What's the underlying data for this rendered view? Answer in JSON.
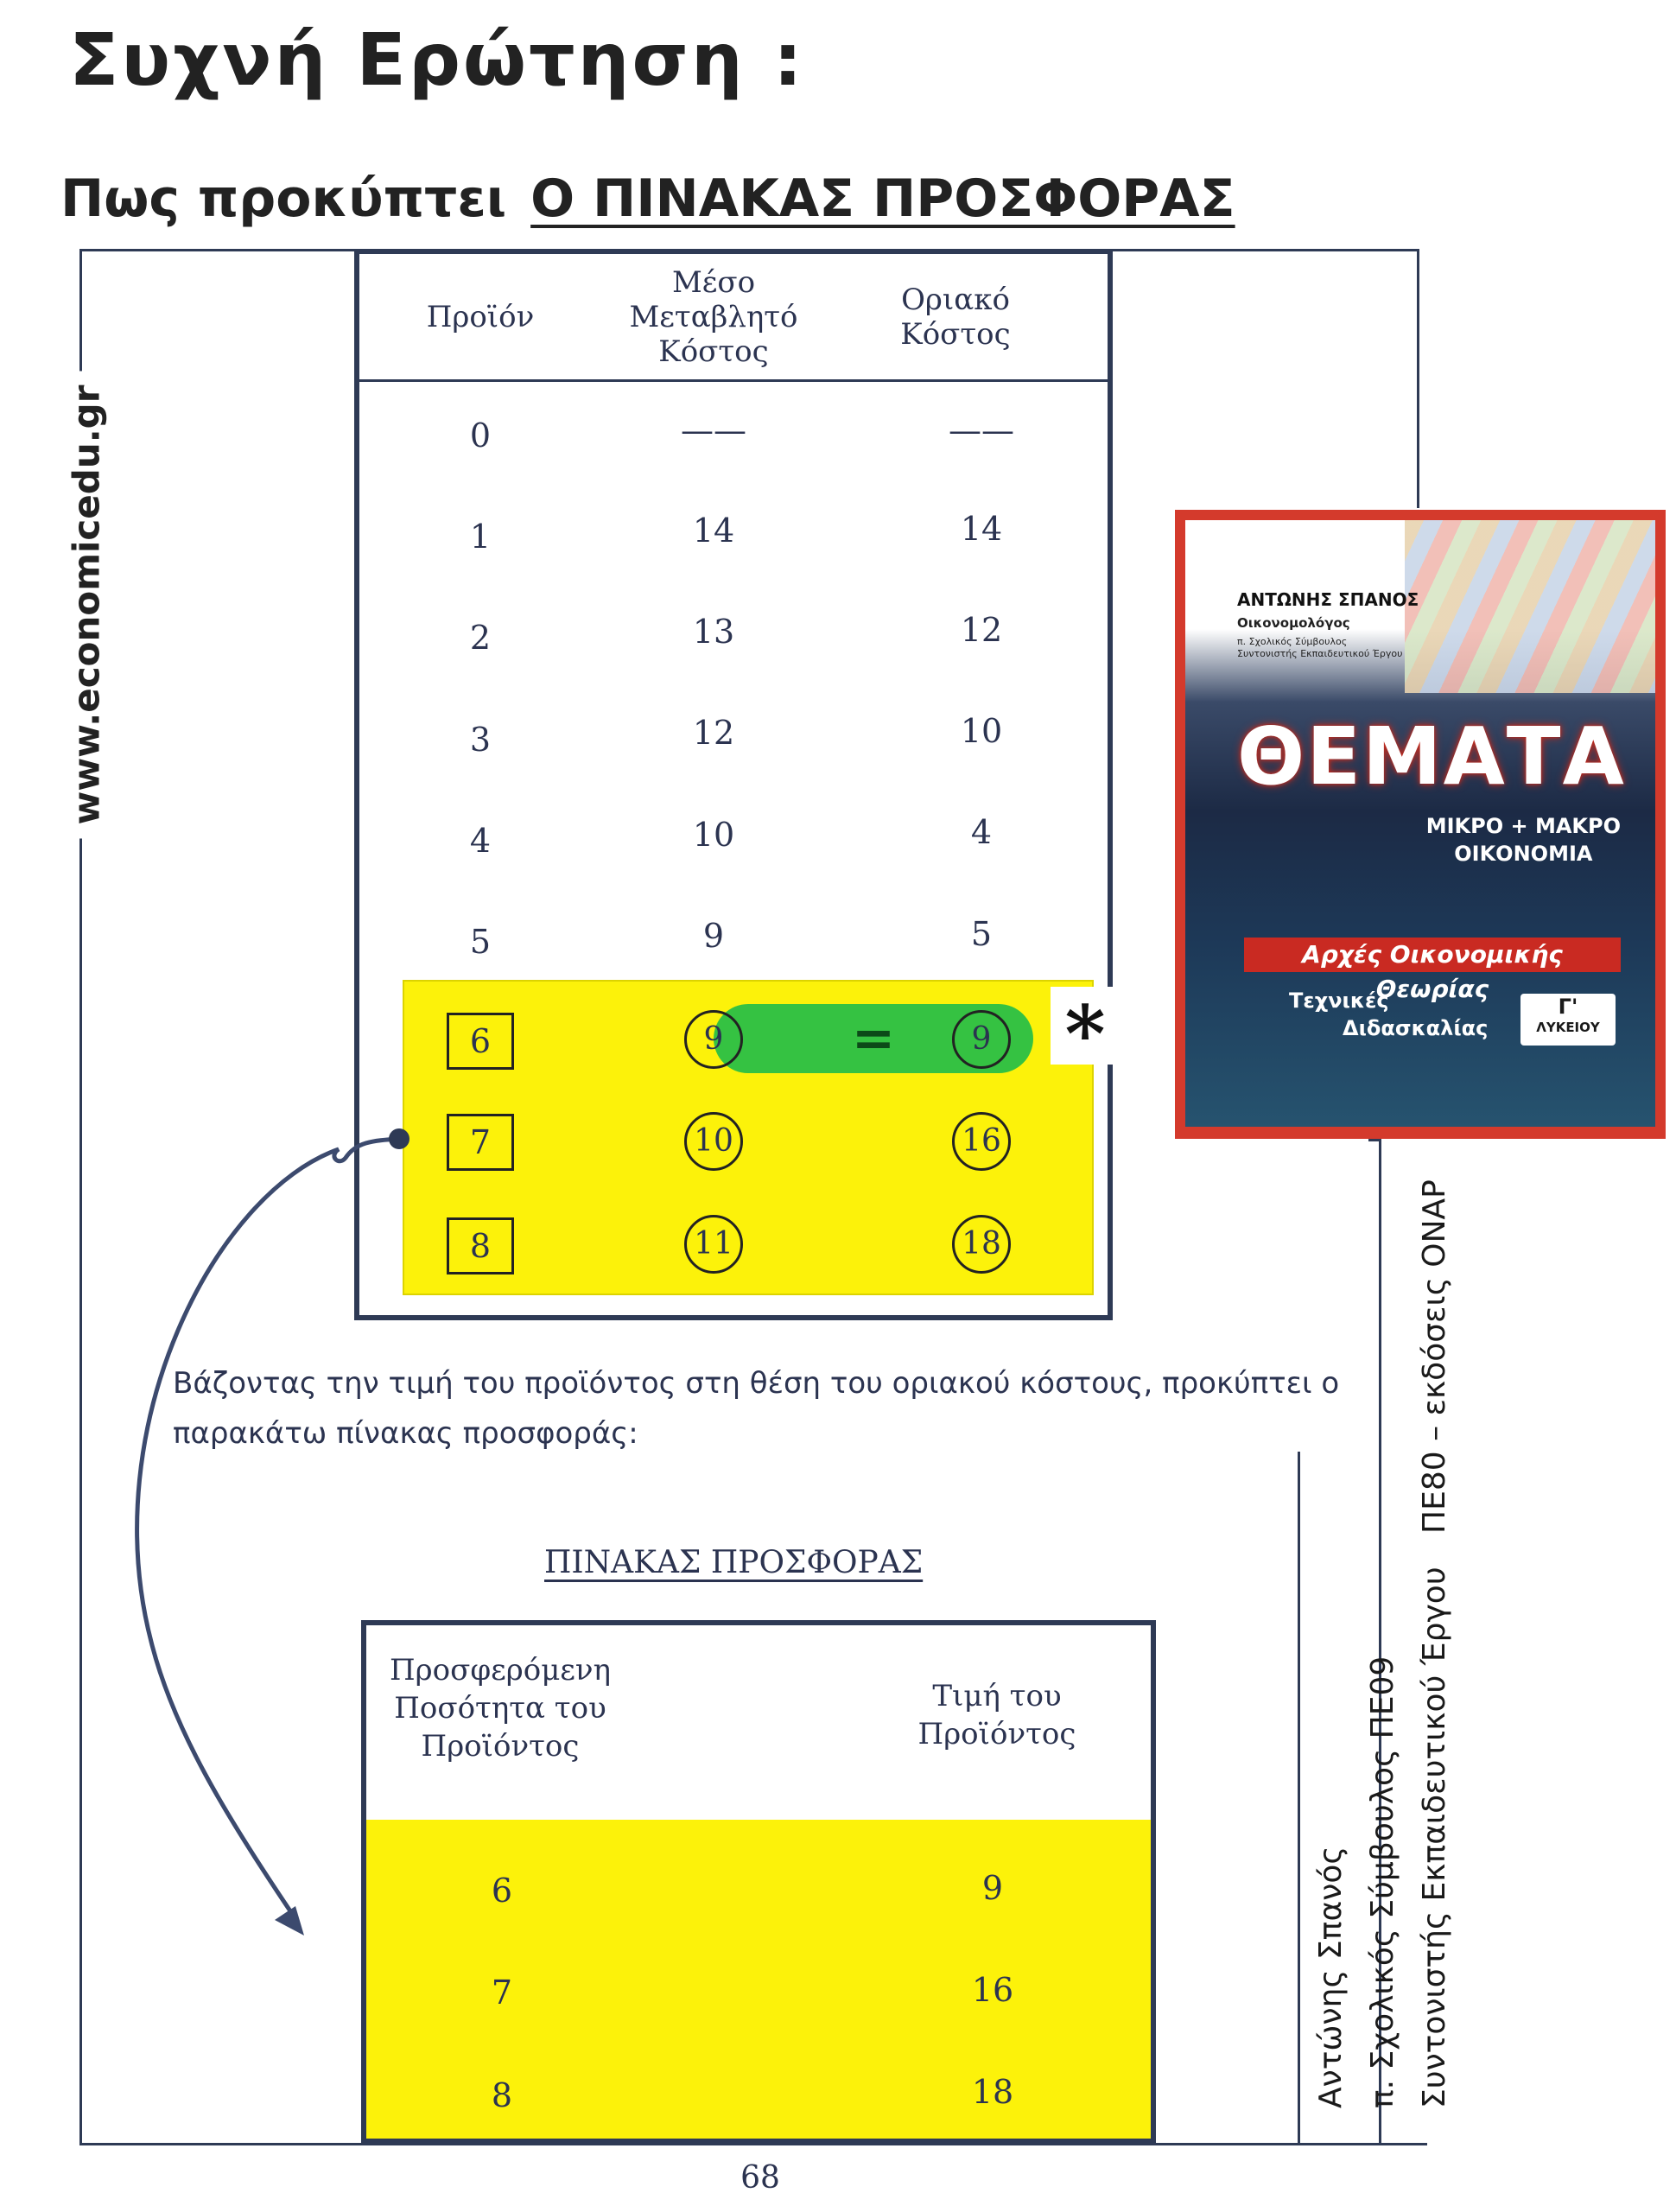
{
  "heading": {
    "title": "Συχνή Ερώτηση :",
    "subtitle_prefix": "Πως προκύπτει",
    "subtitle_highlight": "Ο ΠΙΝΑΚΑΣ ΠΡΟΣΦΟΡΑΣ"
  },
  "website": "www.economicedu.gr",
  "cost_table": {
    "headers": [
      "Προϊόν",
      "Μέσο Μεταβλητό Κόστος",
      "Οριακό Κόστος"
    ],
    "rows": [
      {
        "product": "0",
        "avc": "——",
        "mc": "——"
      },
      {
        "product": "1",
        "avc": "14",
        "mc": "14"
      },
      {
        "product": "2",
        "avc": "13",
        "mc": "12"
      },
      {
        "product": "3",
        "avc": "12",
        "mc": "10"
      },
      {
        "product": "4",
        "avc": "10",
        "mc": "4"
      },
      {
        "product": "5",
        "avc": "9",
        "mc": "5"
      },
      {
        "product": "6",
        "avc": "9",
        "mc": "9"
      },
      {
        "product": "7",
        "avc": "10",
        "mc": "16"
      },
      {
        "product": "8",
        "avc": "11",
        "mc": "18"
      }
    ],
    "equals_mark": "=",
    "star_mark": "*"
  },
  "paragraph": "Βάζοντας την τιμή του προϊόντος στη θέση του οριακού κόστους, προκύπτει ο παρακάτω πίνακας προσφοράς:",
  "supply_table": {
    "title": "ΠΙΝΑΚΑΣ ΠΡΟΣΦΟΡΑΣ",
    "headers": [
      "Προσφερόμενη Ποσότητα του Προϊόντος",
      "Τιμή του Προϊόντος"
    ],
    "rows": [
      {
        "quantity": "6",
        "price": "9"
      },
      {
        "quantity": "7",
        "price": "16"
      },
      {
        "quantity": "8",
        "price": "18"
      }
    ]
  },
  "book": {
    "author": "ΑΝΤΩΝΗΣ ΣΠΑΝΟΣ",
    "role": "Οικονομολόγος",
    "note_1": "π. Σχολικός Σύμβουλος",
    "note_2": "Συντονιστής Εκπαιδευτικού Έργου",
    "title": "ΘΕΜΑΤΑ",
    "subtitle_1": "ΜΙΚΡΟ + ΜΑΚΡΟ",
    "subtitle_2": "ΟΙΚΟΝΟΜΙΑ",
    "series": "Αρχές Οικονομικής Θεωρίας",
    "tech_1": "Τεχνικές",
    "tech_2": "Διδασκαλίας",
    "grade": "Γ'",
    "school": "ΛΥΚΕΙΟΥ"
  },
  "side_credits": {
    "line_1": "ΠΕ80 – εκδόσεις ΟΝΑΡ",
    "line_2": "Συντονιστής Εκπαιδευτικού Έργου",
    "line_3": "π. Σχολικός Σύμβουλος ΠΕ09",
    "line_4": "Αντώνης Σπανός"
  },
  "page_number": "68",
  "colors": {
    "highlight": "#fcf20a",
    "marker": "#1fbd48",
    "frame": "#2e3a55",
    "book_red": "#d43a2c"
  }
}
